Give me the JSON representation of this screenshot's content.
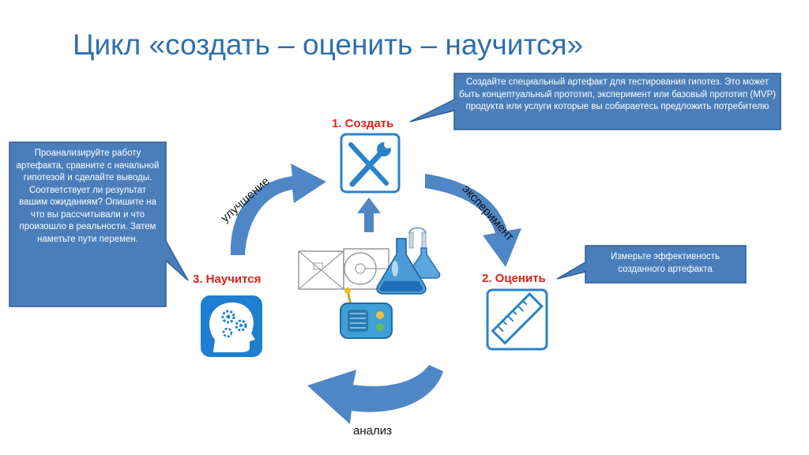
{
  "title": "Цикл «создать – оценить – научится»",
  "colors": {
    "title": "#2f6fad",
    "callout_fill": "#4a7ebb",
    "callout_border": "#2f5f94",
    "arrow": "#4f86c6",
    "step_label": "#e0201a",
    "icon_blue": "#2b82c9"
  },
  "steps": {
    "create": "1. Создать",
    "evaluate": "2. Оценить",
    "learn": "3. Научится"
  },
  "arrow_labels": {
    "experiment": "эксперимент",
    "improvement": "улучшение",
    "analysis": "анализ"
  },
  "callouts": {
    "create": "Создайте специальный артефакт для тестирования гипотез. Это может быть концептуальный прототип, эксперимент или базовый прототип (MVP) продукта или услуги которые вы собираетесь предложить потребителю",
    "evaluate": "Измерьте эффективность созданного артефакта",
    "learn": "Проанализируйте работу артефакта, сравните с начальной гипотезой и сделайте выводы. Соответствует ли результат вашим ожиданиям? Опишите на что вы рассчитывали и что произошло в реальности. Затем наметьте пути перемен."
  },
  "icons": {
    "create": "wrench-screwdriver-icon",
    "evaluate": "ruler-icon",
    "learn": "head-gears-icon",
    "center_items": [
      "envelope-icon",
      "compact-disc-icon",
      "lab-flasks-icon",
      "radio-icon",
      "up-arrow-icon"
    ]
  }
}
